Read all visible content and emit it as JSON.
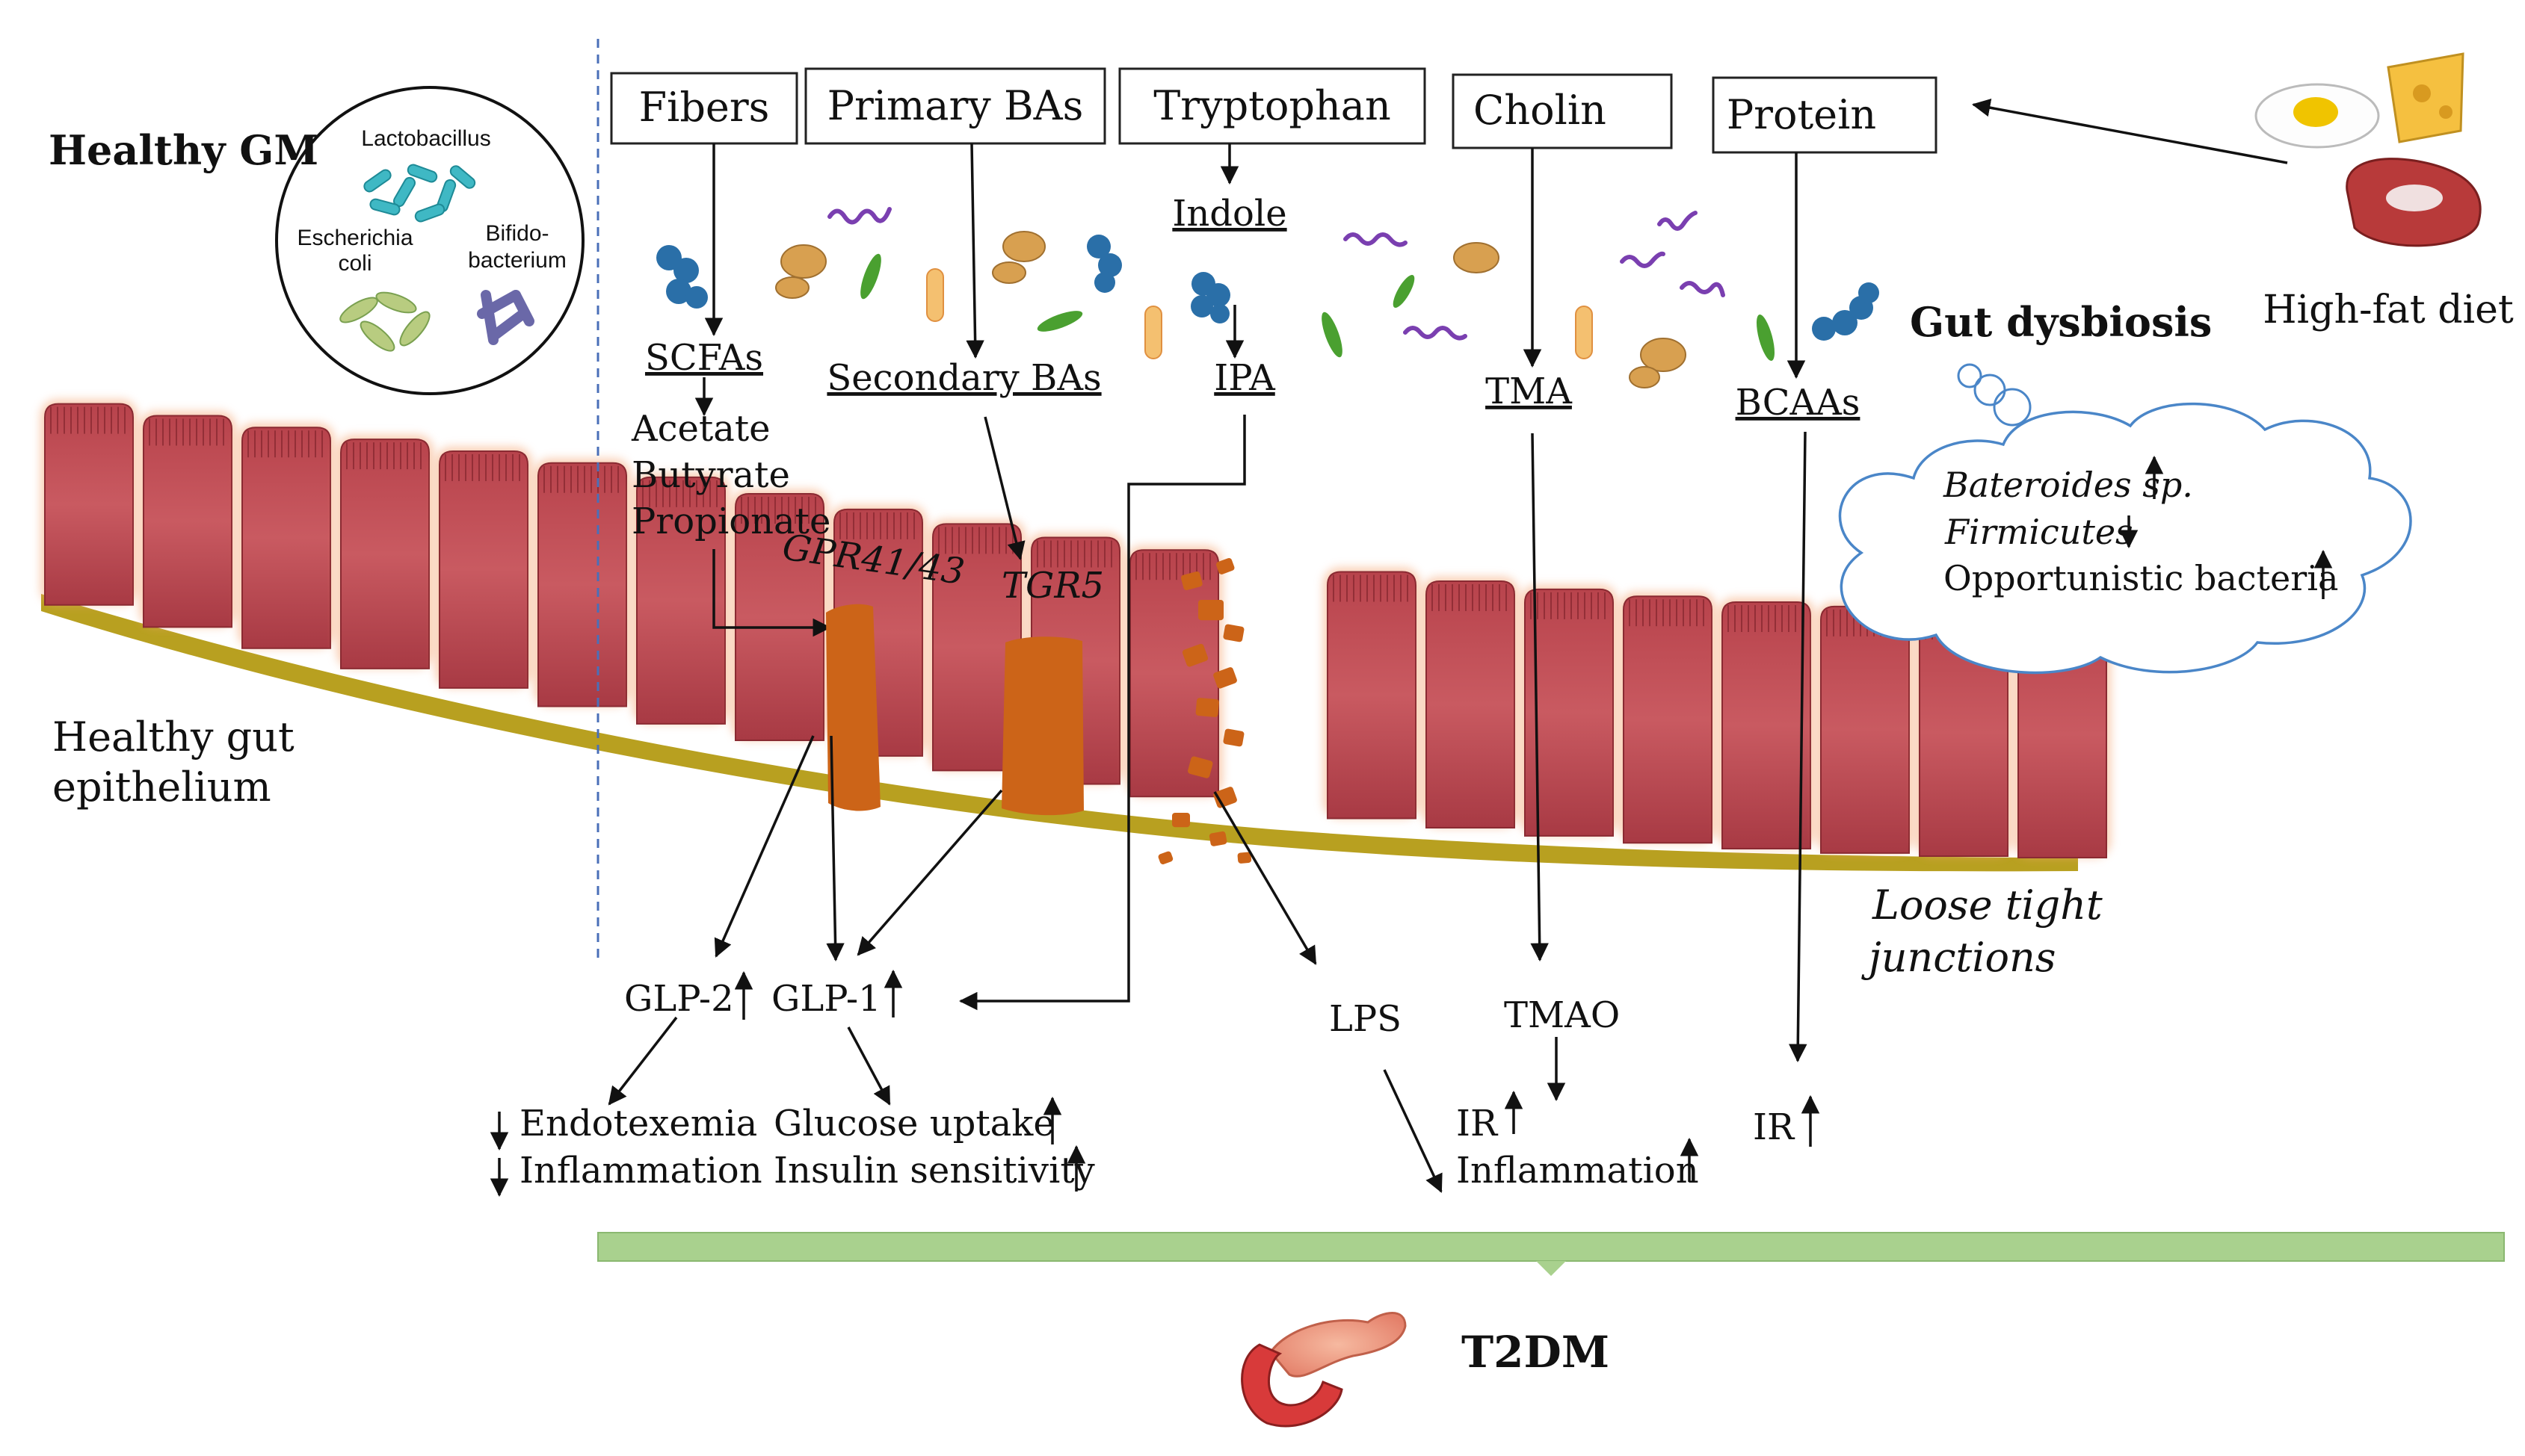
{
  "healthy_gm": {
    "title": "Healthy GM",
    "bacteria": [
      "Lactobacillus",
      "Escherichia",
      "coli",
      "Bifido-",
      "bacterium"
    ]
  },
  "sources": {
    "fibers": "Fibers",
    "primary_bas": "Primary BAs",
    "tryptophan": "Tryptophan",
    "cholin": "Cholin",
    "protein": "Protein"
  },
  "metabolites": {
    "indole": "Indole",
    "scfas": "SCFAs",
    "secondary_bas": "Secondary BAs",
    "ipa": "IPA",
    "tma": "TMA",
    "bcaas": "BCAAs",
    "acetate": "Acetate",
    "butyrate": "Butyrate",
    "propionate": "Propionate"
  },
  "receptors": {
    "gpr": "GPR41/43",
    "tgr5": "TGR5"
  },
  "diet": {
    "label": "High-fat diet"
  },
  "dysbiosis": {
    "title": "Gut dysbiosis",
    "items": [
      "Bateroides sp.",
      "Firmicutes",
      "Opportunistic bacteria"
    ]
  },
  "epithelium": {
    "line1": "Healthy gut",
    "line2": "epithelium"
  },
  "loose": {
    "line1": "Loose tight",
    "line2": "junctions"
  },
  "outcomes": {
    "glp2": "GLP-2",
    "glp1": "GLP-1",
    "lps": "LPS",
    "tmao": "TMAO",
    "endotexemia": "Endotexemia",
    "inflammation_left": "Inflammation",
    "glucose_uptake": "Glucose uptake",
    "insulin_sensitivity": "Insulin sensitivity",
    "ir_tmao": "IR",
    "inflammation_right": "Inflammation",
    "ir_bcaa": "IR"
  },
  "result": {
    "label": "T2DM"
  },
  "colors": {
    "cell_red": "#c4515a",
    "cell_edge": "#f0a070",
    "basement": "#b8a020",
    "l_cell": "#cc6418",
    "green_bar": "#a9d18e",
    "cloud": "#4a86c8"
  }
}
